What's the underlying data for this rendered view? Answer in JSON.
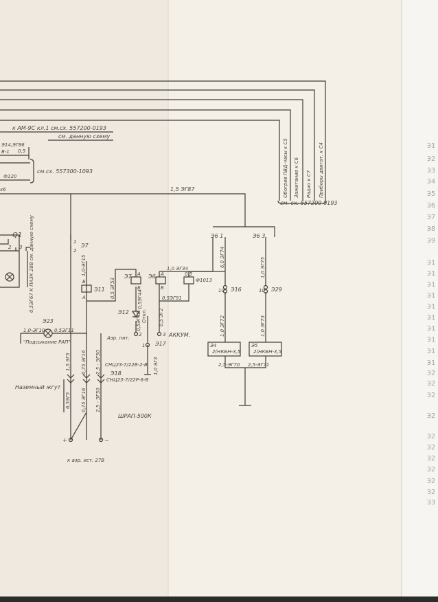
{
  "top_refs": {
    "am9s": "к АМ-9С кл.1   см.сх. 557200-0193",
    "this_scheme": "см. данную схему",
    "e14": "Э14,ЭГ86",
    "e14b": "В-1",
    "e14c": "0,5",
    "ref_1093": "см.сх. 557300-1093",
    "wire_f120": "Ф120",
    "wire_x6": "х6",
    "main_wire": "1,5 ЭГ87"
  },
  "right_bus": {
    "labels": [
      "Обогрев ПВД-часы  к С5",
      "Зажигание  к С6",
      "Радио  к С7",
      "Приборы двигат.  к С4"
    ],
    "ref": "см. сх. 557200-0193"
  },
  "left": {
    "q1": "Q1",
    "pins": [
      "2",
      "3"
    ],
    "wire_vert": "0,5ЭГ67  К ПАЗК 28В см. данную схему",
    "e23": "Э23",
    "wire_e23_left": "1,0-ЭГ10",
    "wire_e23_right": "0,5ЭГ11",
    "e23_caption": "\"Подсыкание РАП\"",
    "ground_harness": "Наземный жгут"
  },
  "center": {
    "e7_top": "Э7",
    "e7_pins": [
      "1",
      "2"
    ],
    "e11": "Э11",
    "e11_pins": [
      "Б",
      "А"
    ],
    "e11_wire": "1,0-ЭГ15",
    "wire_053": "0,5 ЭГ53",
    "e7": "Э7",
    "e7_pins_r": [
      "А",
      "Б"
    ],
    "wire_0644": "0,5ЭГ44",
    "e12": "Э12",
    "wire_e12": "0,5ЭГ42",
    "aer_pit": "Аэр. пит.",
    "pin2": "2",
    "e6": "Э6",
    "e6_pins": [
      "А",
      "Б"
    ],
    "wire_034": "1,0 ЭГ34",
    "wire_e6b": "0,5ЭГ91",
    "f1013": "Ф1013",
    "fuse_val": "0,5",
    "wire_e6v": "0,5 ЭГ2",
    "pin3": "3",
    "akkum": "АККУМ.",
    "otkl": "Откл.",
    "pin1": "1",
    "e17": "Э17",
    "wire_e17": "1,0 ЭГ3",
    "wires_harness": [
      "1,5 ЭГ5",
      "0,75 ЭГ16",
      "2,5 - ЭГ50"
    ],
    "wires_lower": [
      "6,5ЭГ5",
      "0,75 ЭГ16",
      "2,5 - ЭГ50"
    ],
    "conn1": "СНЦ23-7/22В-2-В",
    "e18": "Э18",
    "conn2": "СНЦ23-7/22Р-6-В",
    "shrap": "ШРАП-500К",
    "plus": "+",
    "minus": "−",
    "to_aer": "к аэр. ист. 27В"
  },
  "batteries": {
    "e6_1": "Э6 1",
    "e6_3": "Э6 3",
    "wire_l": "6,0 ЭГ74",
    "wire_r": "1,0 ЭГ75",
    "e16": "Э16",
    "e29": "Э29",
    "fuse_l": "10",
    "fuse_r": "10",
    "wire_l2": "1,0 ЭГ72",
    "wire_r2": "1,0 ЭГ73",
    "b4_id": "Э4",
    "b4": "2(НКБН-3,5",
    "b5_id": "Э5",
    "b5": "2(НКБН-3,5",
    "gnd_l": "2,5-ЭГ70",
    "gnd_r": "2,5-ЭГ71"
  },
  "next_page_edge": [
    "Э1",
    "Э2",
    "Э3",
    "Э4",
    "Э5",
    "Э6",
    "Э7",
    "Э8",
    "Э9",
    "Э1",
    "Э1",
    "Э1",
    "Э1",
    "Э1",
    "Э1",
    "Э1",
    "Э1",
    "Э1",
    "Э1",
    "Э2",
    "Э2",
    "Э2",
    "Э2",
    "Э2",
    "Э2",
    "Э2",
    "Э2",
    "Э2",
    "Э2",
    "Э3"
  ]
}
